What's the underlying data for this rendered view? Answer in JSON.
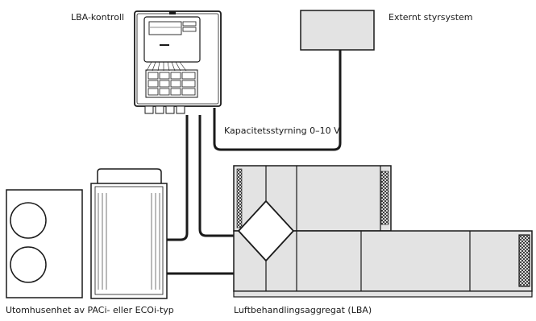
{
  "diagram": {
    "labels": {
      "lba_control": "LBA-kontroll",
      "external_system": "Externt styrsystem",
      "capacity_control": "Kapacitetsstyrning 0–10 V",
      "outdoor_unit": "Utomhusenhet av PACi- eller ECOi-typ",
      "air_handling_unit": "Luftbehandlingsaggregat (LBA)"
    },
    "colors": {
      "line": "#1a1a1a",
      "fill_light": "#e3e3e3",
      "fill_mid": "#d0d0d0",
      "background": "#ffffff"
    }
  }
}
